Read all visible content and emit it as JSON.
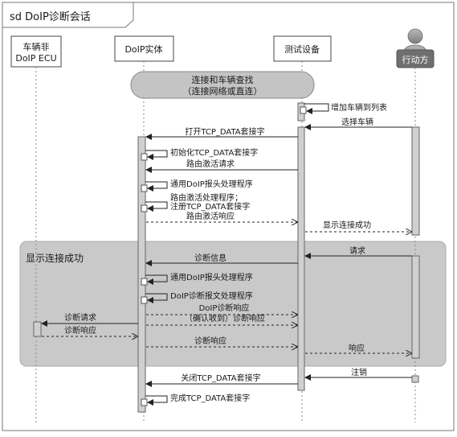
{
  "diagram": {
    "title": "sd DoIP诊断会话",
    "lifelines": {
      "ecu_line1": "车辆非",
      "ecu_line2": "DoIP ECU",
      "entity": "DoIP实体",
      "tester": "测试设备",
      "actor": "行动方"
    },
    "note": {
      "line1": "连接和车辆查找",
      "line2": "（连接网络或直连）"
    },
    "fragment_label": "显示连接成功",
    "messages": {
      "add_vehicle": "增加车辆到列表",
      "select_vehicle": "选择车辆",
      "open_tcp": "打开TCP_DATA套接字",
      "init_tcp": "初始化TCP_DATA套接字",
      "routing_activation_request": "路由激活请求",
      "generic_header_handler_1": "通用DoIP报头处理程序",
      "routing_handler_line1": "路由激活处理程序；",
      "routing_handler_line2": "注册TCP_DATA套接字",
      "routing_activation_response": "路由激活响应",
      "show_connection_success": "显示连接成功",
      "request": "请求",
      "diagnostic_message": "诊断信息",
      "generic_header_handler_2": "通用DoIP报头处理程序",
      "diag_message_handler": "DoIP诊断报文处理程序",
      "diag_request": "诊断请求",
      "doip_diag_response": "DoIP诊断响应",
      "ack_diag_response": "（确认收到）诊断响应",
      "diag_response_ecu": "诊断响应",
      "diag_response": "诊断响应",
      "response": "响应",
      "logout": "注销",
      "close_tcp": "关闭TCP_DATA套接字",
      "finish_tcp": "完成TCP_DATA套接字"
    }
  }
}
